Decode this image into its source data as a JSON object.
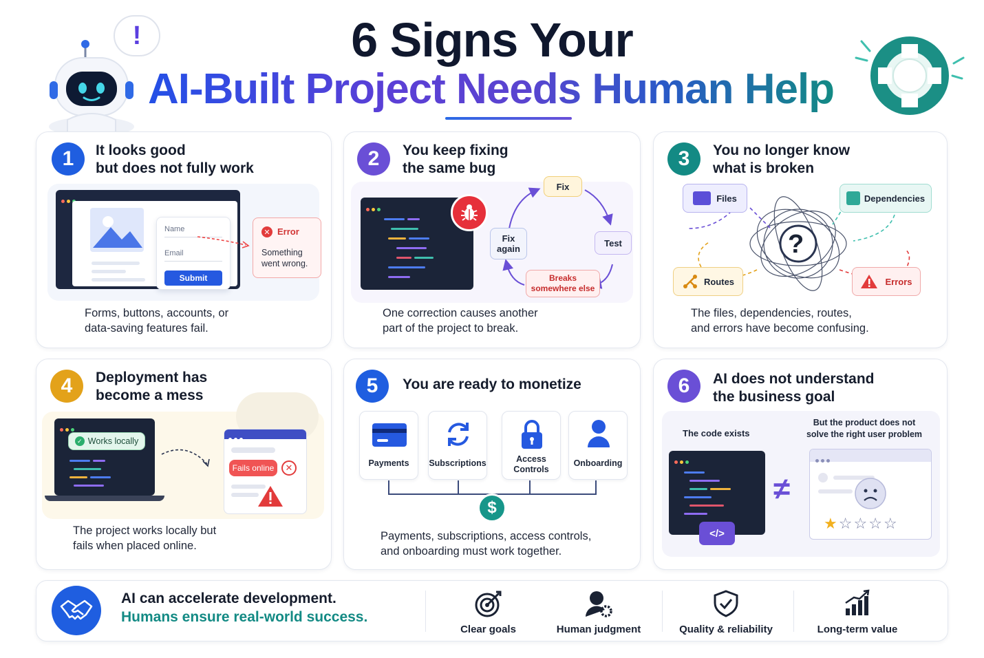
{
  "header": {
    "title_line1": "6 Signs Your",
    "title_line2": "AI-Built Project Needs Human Help",
    "alert_mark": "!"
  },
  "cards": [
    {
      "number": "1",
      "title_a": "It looks good",
      "title_b": "but does not fully work",
      "desc_a": "Forms, buttons, accounts, or",
      "desc_b": "data-saving features fail.",
      "form": {
        "name_label": "Name",
        "email_label": "Email",
        "submit_label": "Submit"
      },
      "error": {
        "title": "Error",
        "msg_a": "Something",
        "msg_b": "went wrong."
      }
    },
    {
      "number": "2",
      "title_a": "You keep fixing",
      "title_b": "the same bug",
      "desc_a": "One correction causes another",
      "desc_b": "part of the project to break.",
      "cycle": {
        "fix": "Fix",
        "test": "Test",
        "breaks_a": "Breaks",
        "breaks_b": "somewhere else",
        "again_a": "Fix",
        "again_b": "again"
      }
    },
    {
      "number": "3",
      "title_a": "You no longer know",
      "title_b": "what is broken",
      "desc_a": "The files, dependencies, routes,",
      "desc_b": "and errors have become confusing.",
      "nodes": {
        "files": "Files",
        "dependencies": "Dependencies",
        "routes": "Routes",
        "errors": "Errors",
        "question": "?"
      }
    },
    {
      "number": "4",
      "title_a": "Deployment has",
      "title_b": "become a mess",
      "desc_a": "The project works locally but",
      "desc_b": "fails when placed online.",
      "works_label": "Works locally",
      "fails_label": "Fails online"
    },
    {
      "number": "5",
      "title_a": "You are ready to monetize",
      "desc_a": "Payments, subscriptions, access controls,",
      "desc_b": "and onboarding must work together.",
      "items": [
        {
          "label_a": "Payments",
          "label_b": ""
        },
        {
          "label_a": "Subscriptions",
          "label_b": ""
        },
        {
          "label_a": "Access",
          "label_b": "Controls"
        },
        {
          "label_a": "Onboarding",
          "label_b": ""
        }
      ],
      "dollar": "$"
    },
    {
      "number": "6",
      "title_a": "AI does not understand",
      "title_b": "the business goal",
      "left_label": "The code exists",
      "right_label_a": "But the product does not",
      "right_label_b": "solve the right user problem",
      "neq": "≠",
      "code_tag": "</>",
      "rating": {
        "filled": 1,
        "total": 5
      }
    }
  ],
  "bottom": {
    "line1": "AI can accelerate development.",
    "line2": "Humans ensure real-world success.",
    "items": [
      {
        "label": "Clear goals",
        "icon": "target-icon"
      },
      {
        "label": "Human judgment",
        "icon": "person-gear-icon"
      },
      {
        "label": "Quality & reliability",
        "icon": "shield-check-icon"
      },
      {
        "label": "Long-term value",
        "icon": "growth-chart-icon"
      }
    ]
  },
  "colors": {
    "blue": "#1f5ee0",
    "purple": "#6a4fd6",
    "teal": "#138a84",
    "yellow": "#e3a21a",
    "red": "#e23b3b"
  }
}
